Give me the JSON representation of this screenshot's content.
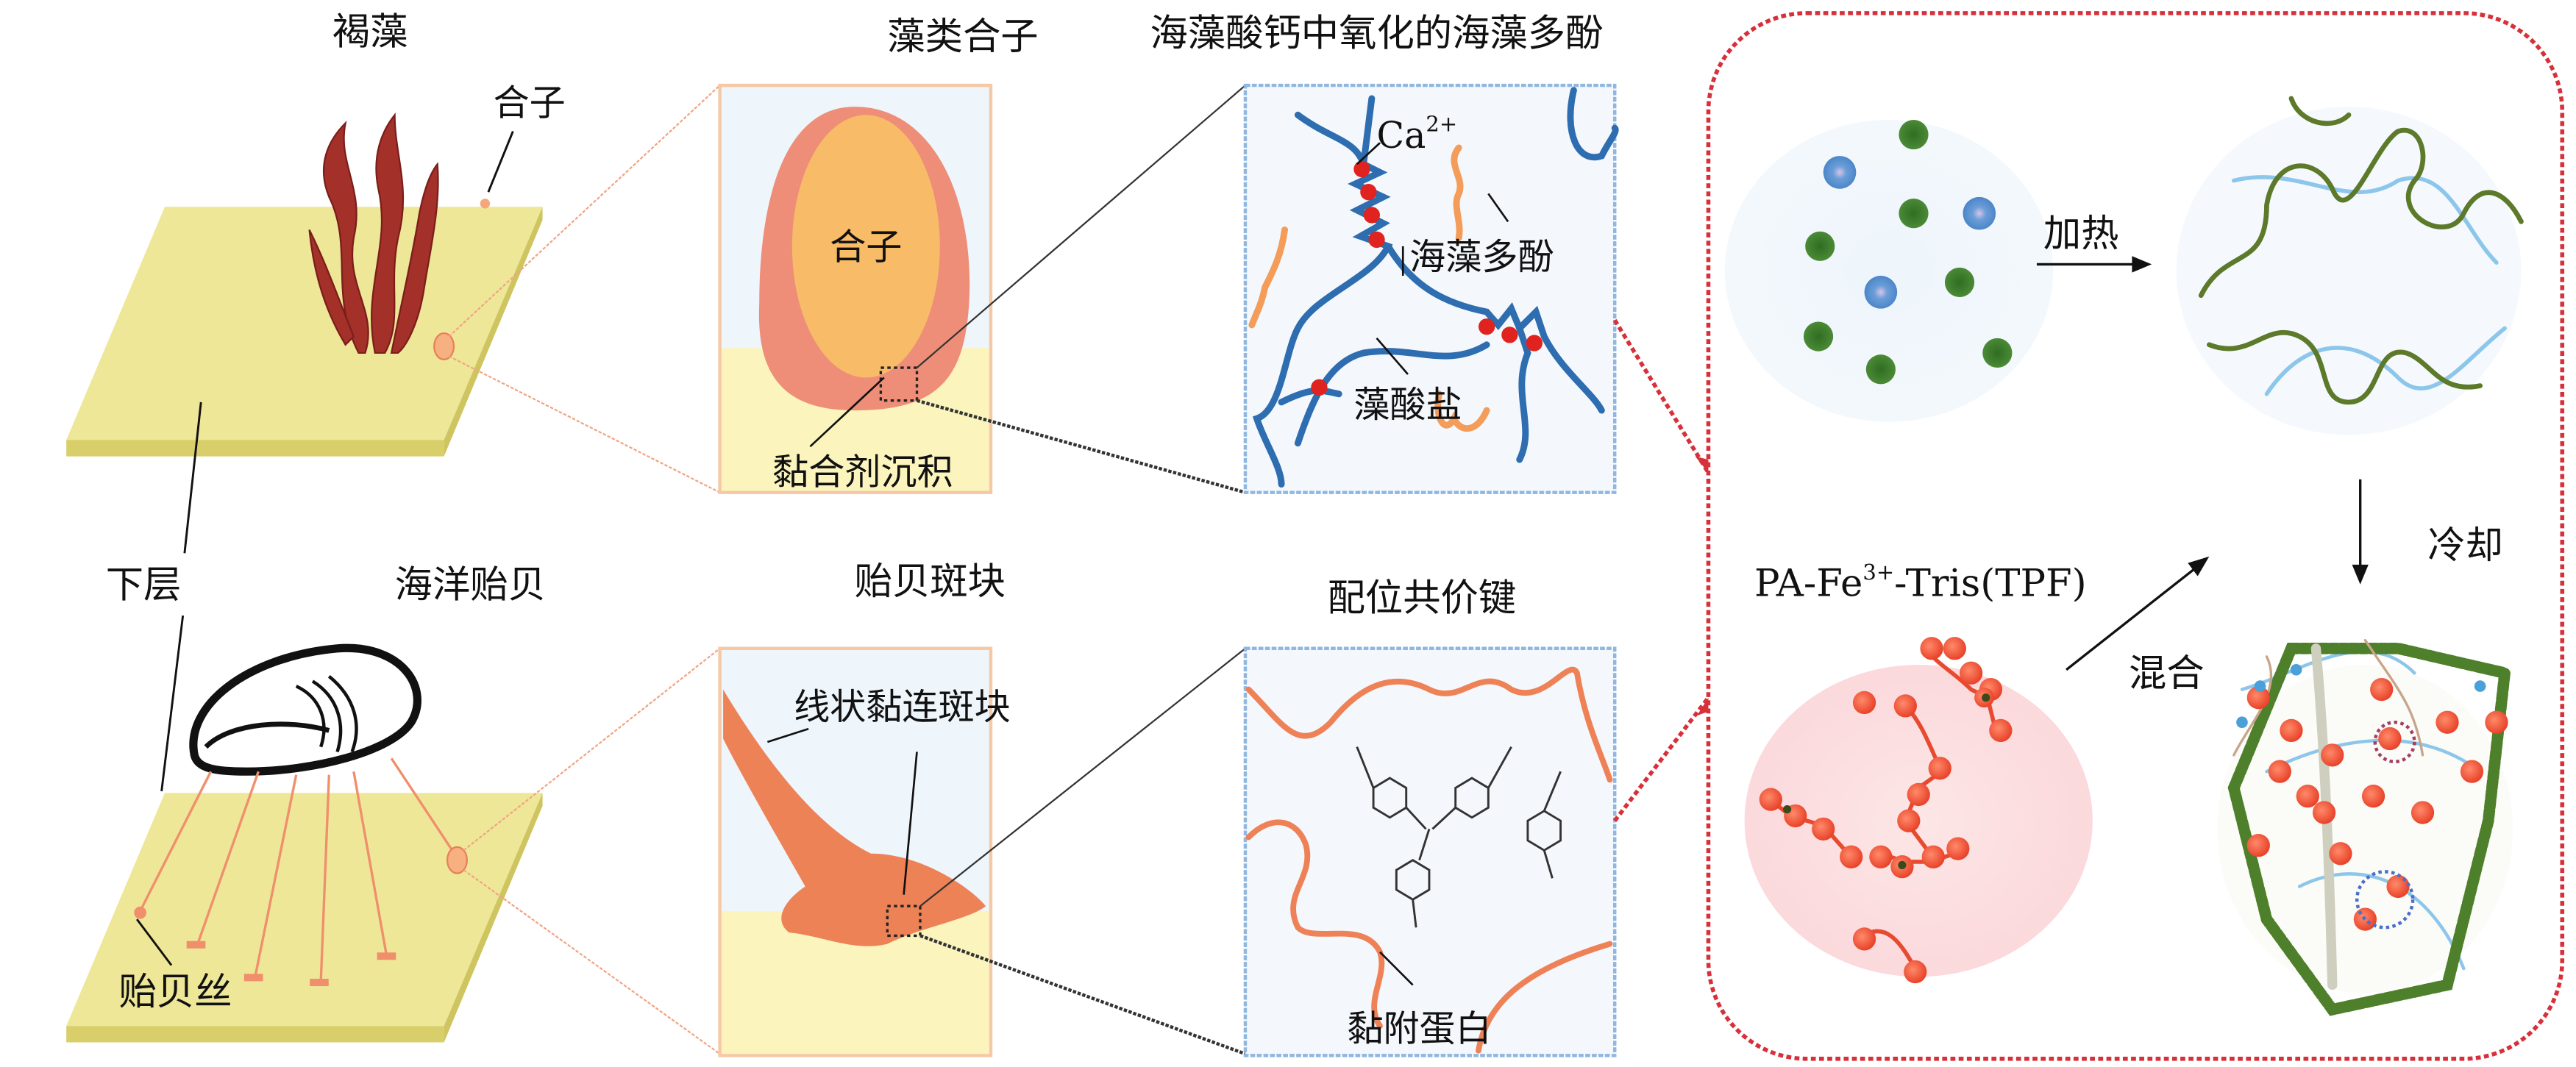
{
  "labels": {
    "brown_algae": "褐藻",
    "zygote_pointer": "合子",
    "substrate": "下层",
    "marine_mussel": "海洋贻贝",
    "byssus": "贻贝丝",
    "algal_zygote_title": "藻类合子",
    "zygote_inner": "合子",
    "adhesive_deposit": "黏合剂沉积",
    "mussel_plaque_title": "贻贝斑块",
    "thread_plaque": "线状黏连斑块",
    "alginate_title": "海藻酸钙中氧化的海藻多酚",
    "calcium": "Ca",
    "calcium_charge": "2+",
    "polyphenol": "海藻多酚",
    "alginate": "藻酸盐",
    "coordination_title": "配位共价键",
    "adhesive_protein": "黏附蛋白",
    "heating": "加热",
    "cooling": "冷却",
    "mixing": "混合",
    "tpf_prefix": "PA-Fe",
    "tpf_charge": "3+",
    "tpf_suffix": "-Tris(TPF)"
  },
  "colors": {
    "plate": "#efe89a",
    "seaweed": "#a4302a",
    "zygote_outer": "#ee8e78",
    "zygote_inner": "#f7b865",
    "alginate_chain": "#2d6db0",
    "calcium_ion": "#e0231f",
    "polyphenol": "#f49c5a",
    "protein": "#ef8156",
    "frame_dashed": "#d8303a",
    "green_particle": "#3e7f2c",
    "blue_particle": "#5a95d4",
    "tpf_bead": "#ec4b32"
  }
}
